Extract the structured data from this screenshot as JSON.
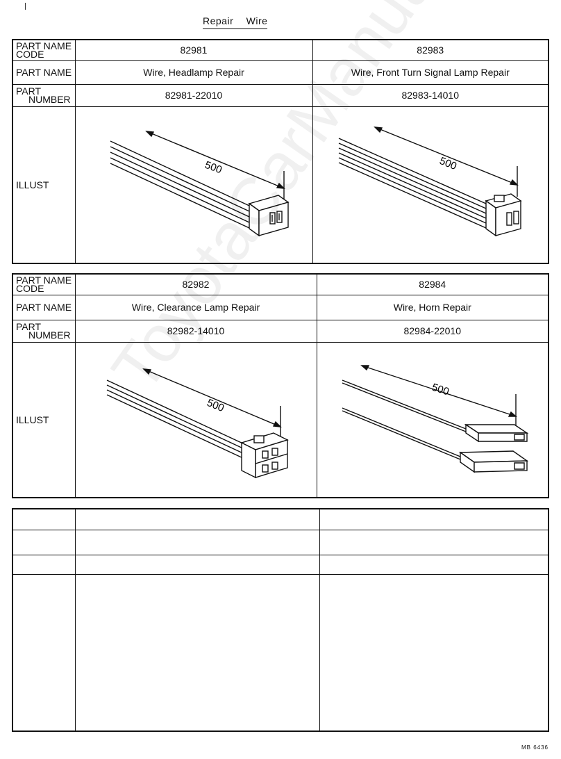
{
  "header": {
    "title_word1": "Repair",
    "title_word2": "Wire"
  },
  "labels": {
    "code_line1": "PART NAME",
    "code_line2": "CODE",
    "part_name": "PART NAME",
    "number_line1": "PART",
    "number_line2": "NUMBER",
    "illust": "ILLUST"
  },
  "parts": [
    {
      "code": "82981",
      "name": "Wire, Headlamp Repair",
      "number": "82981-22010",
      "dimension": "500"
    },
    {
      "code": "82983",
      "name": "Wire, Front Turn Signal Lamp Repair",
      "number": "82983-14010",
      "dimension": "500"
    },
    {
      "code": "82982",
      "name": "Wire, Clearance Lamp Repair",
      "number": "82982-14010",
      "dimension": "500"
    },
    {
      "code": "82984",
      "name": "Wire, Horn Repair",
      "number": "82984-22010",
      "dimension": "500"
    }
  ],
  "footer": {
    "code": "MB 6436"
  },
  "watermark": "ToyotaCarManual.ru"
}
